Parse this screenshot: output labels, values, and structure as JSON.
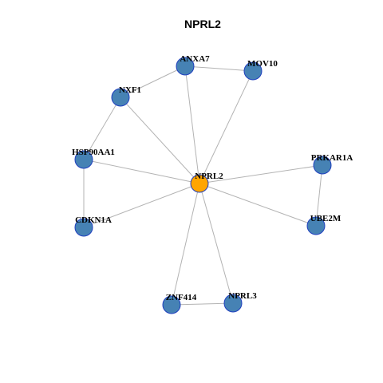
{
  "title": "NPRL2",
  "colors": {
    "center_node": "#ffa500",
    "neighbor_node": "#4682b4",
    "node_border": "#1f3fbf",
    "edge": "#b3b3b3"
  },
  "nodes": [
    {
      "id": "NPRL2",
      "label": "NPRL2",
      "role": "center"
    },
    {
      "id": "ANXA7",
      "label": "ANXA7",
      "role": "neighbor"
    },
    {
      "id": "MOV10",
      "label": "MOV10",
      "role": "neighbor"
    },
    {
      "id": "NXF1",
      "label": "NXF1",
      "role": "neighbor"
    },
    {
      "id": "HSP90AA1",
      "label": "HSP90AA1",
      "role": "neighbor"
    },
    {
      "id": "PRKAR1A",
      "label": "PRKAR1A",
      "role": "neighbor"
    },
    {
      "id": "CDKN1A",
      "label": "CDKN1A",
      "role": "neighbor"
    },
    {
      "id": "UBE2M",
      "label": "UBE2M",
      "role": "neighbor"
    },
    {
      "id": "ZNF414",
      "label": "ZNF414",
      "role": "neighbor"
    },
    {
      "id": "NPRL3",
      "label": "NPRL3",
      "role": "neighbor"
    }
  ],
  "edges": [
    [
      "NPRL2",
      "ANXA7"
    ],
    [
      "NPRL2",
      "MOV10"
    ],
    [
      "NPRL2",
      "NXF1"
    ],
    [
      "NPRL2",
      "HSP90AA1"
    ],
    [
      "NPRL2",
      "PRKAR1A"
    ],
    [
      "NPRL2",
      "CDKN1A"
    ],
    [
      "NPRL2",
      "UBE2M"
    ],
    [
      "NPRL2",
      "ZNF414"
    ],
    [
      "NPRL2",
      "NPRL3"
    ],
    [
      "ANXA7",
      "MOV10"
    ],
    [
      "ANXA7",
      "NXF1"
    ],
    [
      "NXF1",
      "HSP90AA1"
    ],
    [
      "HSP90AA1",
      "CDKN1A"
    ],
    [
      "PRKAR1A",
      "UBE2M"
    ],
    [
      "ZNF414",
      "NPRL3"
    ]
  ]
}
